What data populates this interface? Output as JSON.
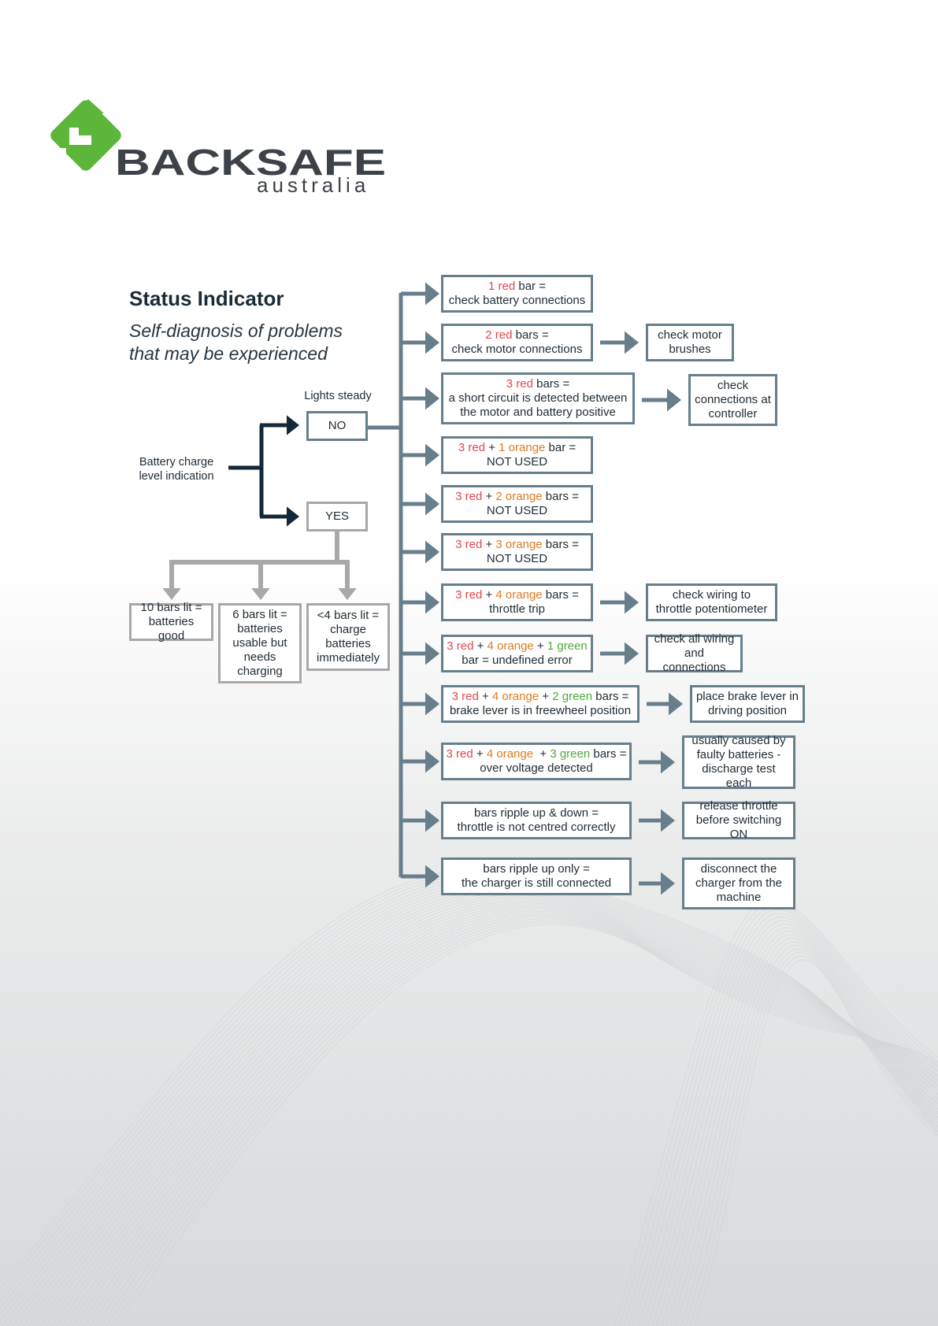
{
  "brand": {
    "name": "BACKSAFE",
    "sub": "australia",
    "colors": {
      "green": "#5bb63a",
      "dark": "#3c4247"
    }
  },
  "heading": "Status Indicator",
  "subheading_line1": "Self-diagnosis of problems",
  "subheading_line2": "that may be experienced",
  "root": {
    "line1": "Battery charge",
    "line2": "level indication"
  },
  "lights_steady": "Lights steady",
  "no_label": "NO",
  "yes_label": "YES",
  "yes_outcomes": [
    {
      "lines": [
        "10 bars lit =",
        "batteries good"
      ]
    },
    {
      "lines": [
        "6 bars lit =",
        "batteries",
        "usable but",
        "needs",
        "charging"
      ]
    },
    {
      "lines": [
        "<4 bars lit =",
        "charge",
        "batteries",
        "immediately"
      ]
    }
  ],
  "no_outcomes": [
    {
      "lines": [
        [
          {
            "t": "1 red",
            "c": "r"
          },
          {
            "t": " bar ="
          }
        ],
        [
          {
            "t": "check battery connections"
          }
        ]
      ],
      "action": null
    },
    {
      "lines": [
        [
          {
            "t": "2 red",
            "c": "r"
          },
          {
            "t": " bars ="
          }
        ],
        [
          {
            "t": "check motor connections"
          }
        ]
      ],
      "action": [
        "check motor",
        "brushes"
      ]
    },
    {
      "lines": [
        [
          {
            "t": "3 red",
            "c": "r"
          },
          {
            "t": " bars ="
          }
        ],
        [
          {
            "t": "a short circuit is detected between"
          }
        ],
        [
          {
            "t": "the motor and battery positive"
          }
        ]
      ],
      "action": [
        "check",
        "connections at",
        "controller"
      ]
    },
    {
      "lines": [
        [
          {
            "t": "3 red",
            "c": "r"
          },
          {
            "t": " + "
          },
          {
            "t": "1 orange",
            "c": "o"
          },
          {
            "t": " bar ="
          }
        ],
        [
          {
            "t": "NOT USED"
          }
        ]
      ],
      "action": null
    },
    {
      "lines": [
        [
          {
            "t": "3 red",
            "c": "r"
          },
          {
            "t": " + "
          },
          {
            "t": "2 orange",
            "c": "o"
          },
          {
            "t": " bars ="
          }
        ],
        [
          {
            "t": "NOT USED"
          }
        ]
      ],
      "action": null
    },
    {
      "lines": [
        [
          {
            "t": "3 red",
            "c": "r"
          },
          {
            "t": " + "
          },
          {
            "t": "3 orange",
            "c": "o"
          },
          {
            "t": " bars ="
          }
        ],
        [
          {
            "t": "NOT USED"
          }
        ]
      ],
      "action": null
    },
    {
      "lines": [
        [
          {
            "t": "3 red",
            "c": "r"
          },
          {
            "t": " + "
          },
          {
            "t": "4 orange",
            "c": "o"
          },
          {
            "t": " bars ="
          }
        ],
        [
          {
            "t": "throttle trip"
          }
        ]
      ],
      "action": [
        "check wiring to",
        "throttle potentiometer"
      ]
    },
    {
      "lines": [
        [
          {
            "t": "3 red",
            "c": "r"
          },
          {
            "t": " + "
          },
          {
            "t": "4 orange",
            "c": "o"
          },
          {
            "t": " + "
          },
          {
            "t": "1 green",
            "c": "g"
          }
        ],
        [
          {
            "t": "bar = undefined error"
          }
        ]
      ],
      "action": [
        "check all wiring",
        "and connections"
      ]
    },
    {
      "lines": [
        [
          {
            "t": "3 red",
            "c": "r"
          },
          {
            "t": " + "
          },
          {
            "t": "4 orange",
            "c": "o"
          },
          {
            "t": " + "
          },
          {
            "t": "2 green",
            "c": "g"
          },
          {
            "t": " bars ="
          }
        ],
        [
          {
            "t": "brake lever is in freewheel position"
          }
        ]
      ],
      "action": [
        "place brake lever in",
        "driving position"
      ]
    },
    {
      "lines": [
        [
          {
            "t": "3 red",
            "c": "r"
          },
          {
            "t": " + "
          },
          {
            "t": "4 orange",
            "c": "o"
          },
          {
            "t": "  + "
          },
          {
            "t": "3 green",
            "c": "g"
          },
          {
            "t": " bars ="
          }
        ],
        [
          {
            "t": "over voltage detected"
          }
        ]
      ],
      "action": [
        "usually caused by",
        "faulty batteries -",
        "discharge test each"
      ]
    },
    {
      "lines": [
        [
          {
            "t": "bars ripple up & down ="
          }
        ],
        [
          {
            "t": "throttle is not centred correctly"
          }
        ]
      ],
      "action": [
        "release throttle",
        "before switching ON"
      ]
    },
    {
      "lines": [
        [
          {
            "t": "bars ripple up only ="
          }
        ],
        [
          {
            "t": "the charger is still connected"
          }
        ]
      ],
      "action": [
        "disconnect the",
        "charger from the",
        "machine"
      ]
    }
  ],
  "colors": {
    "connector": "#677e8b",
    "yes_connector": "#a8a8a8",
    "root_connector": "#13293a",
    "red": "#e0474c",
    "orange": "#e07a1f",
    "green": "#4eaa3c"
  }
}
